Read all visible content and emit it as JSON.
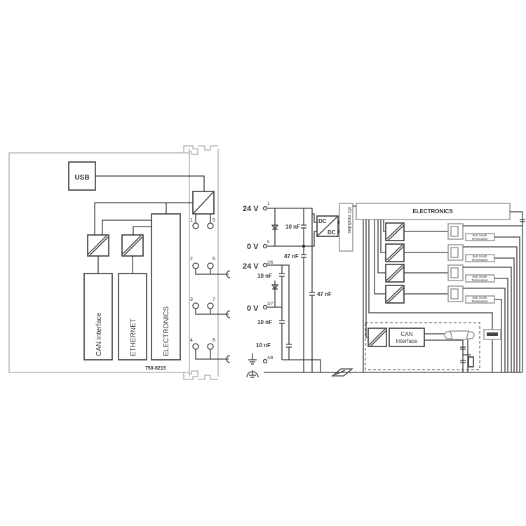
{
  "module": {
    "usb_label": "USB",
    "can_label": "CAN interface",
    "ethernet_label": "ETHERNET",
    "electronics_label": "ELECTRONICS",
    "part_number": "750-8215",
    "terminals": [
      "1",
      "5",
      "2",
      "6",
      "3",
      "7",
      "4",
      "8"
    ]
  },
  "schematic": {
    "v24_a": "24 V",
    "v0_a": "0 V",
    "v24_b": "24 V",
    "v0_b": "0 V",
    "pin_1": "1",
    "pin_5": "5",
    "pin_26": "2/6",
    "pin_37": "3/7",
    "pin_48": "4/8",
    "cap_10nf_a": "10 nF",
    "cap_47nf_a": "47 nF",
    "cap_47nf_b": "47 nF",
    "cap_10nf_b": "10 nF",
    "cap_10nf_c": "10 nF",
    "cap_10nf_d": "10 nF",
    "dc_top": "DC",
    "dc_bottom": "DC",
    "io_modules": "I/O modules",
    "electronics": "ELECTRONICS",
    "terminations": [
      {
        "line1": "Bob Smith",
        "line2": "Termination"
      },
      {
        "line1": "Bob Smith",
        "line2": "Termination"
      },
      {
        "line1": "Bob Smith",
        "line2": "Termination"
      },
      {
        "line1": "Bob Smith",
        "line2": "Termination"
      }
    ],
    "can_line1": "CAN",
    "can_line2": "interface"
  }
}
